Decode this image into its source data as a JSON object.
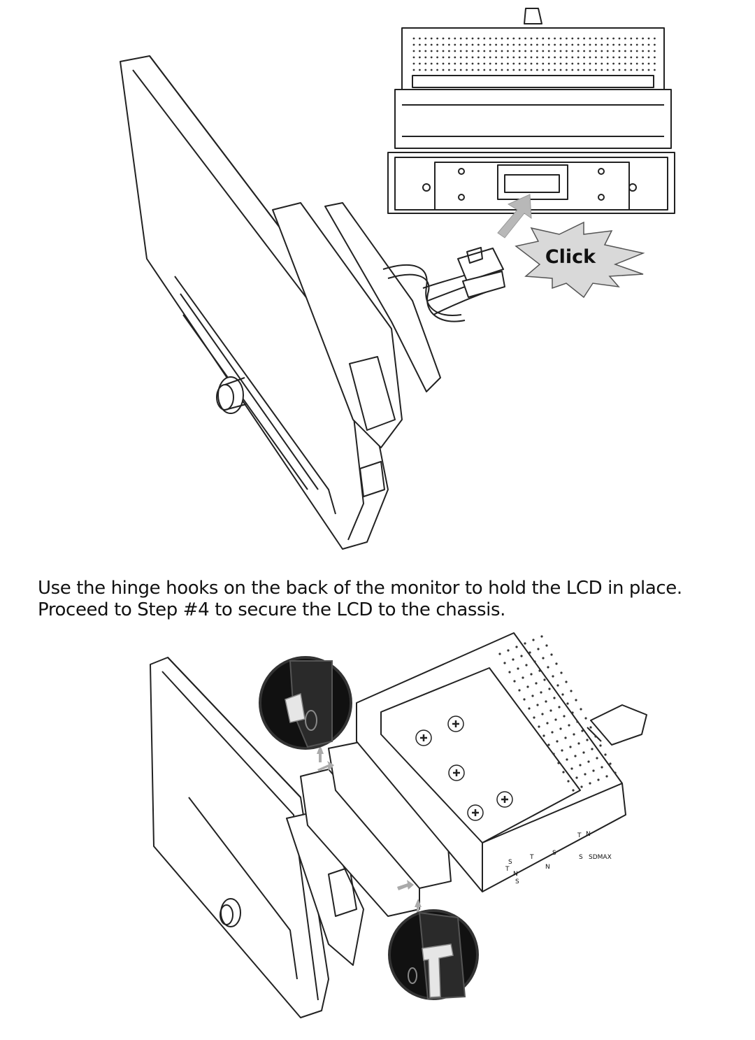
{
  "figure_top": {
    "callout": "Click"
  },
  "caption": {
    "line1": "Use the hinge hooks on the back of the monitor to hold the LCD in place.",
    "line2": "Proceed to Step #4 to secure the LCD to the chassis."
  },
  "figure_bottom": {
    "panel_labels": [
      "S",
      "T",
      "N",
      "S",
      "T",
      "N",
      "S",
      "T",
      "N",
      "S",
      "SDMAX"
    ]
  }
}
